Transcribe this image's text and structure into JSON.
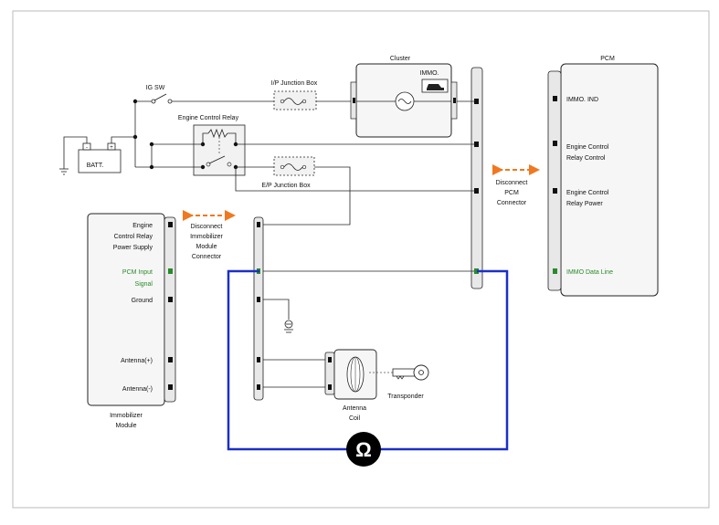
{
  "labels": {
    "cluster": "Cluster",
    "immo": "IMMO.",
    "pcm": "PCM",
    "ig_sw": "IG SW",
    "ip_junction_box": "I/P Junction Box",
    "engine_control_relay": "Engine Control Relay",
    "batt": "BATT.",
    "ep_junction_box": "E/P Junction Box",
    "disconnect_pcm": [
      "Disconnect",
      "PCM",
      "Connector"
    ],
    "disconnect_immobilizer": [
      "Disconnect",
      "Immobilizer",
      "Module",
      "Connector"
    ],
    "pcm_pins": {
      "immo_ind": "IMMO. IND",
      "ecr_control": [
        "Engine Control",
        "Relay Control"
      ],
      "ecr_power": [
        "Engine Control",
        "Relay Power"
      ],
      "immo_data_line": "IMMO Data Line"
    },
    "imm_pins": {
      "ecr_power_supply": [
        "Engine",
        "Control Relay",
        "Power Supply"
      ],
      "pcm_input": [
        "PCM Input",
        "Signal"
      ],
      "ground": "Ground",
      "antenna_plus": "Antenna(+)",
      "antenna_minus": "Antenna(-)"
    },
    "immobilizer_module": [
      "Immobilizer",
      "Module"
    ],
    "antenna_coil": [
      "Antenna",
      "Coil"
    ],
    "transponder": "Transponder",
    "ohm_symbol": "Ω"
  },
  "colors": {
    "meter_lead": "#1a2fc8",
    "disconnect_arrow": "#f07820",
    "signal_text": "#2a8a2a",
    "connector_fill": "#e8e8e8",
    "border": "#bbbbbb"
  },
  "icons": [
    "switch-icon",
    "fuse-icon",
    "relay-coil-icon",
    "ground-icon",
    "key-icon",
    "car-icon",
    "ohmmeter-icon",
    "battery-icon",
    "lamp-icon"
  ]
}
